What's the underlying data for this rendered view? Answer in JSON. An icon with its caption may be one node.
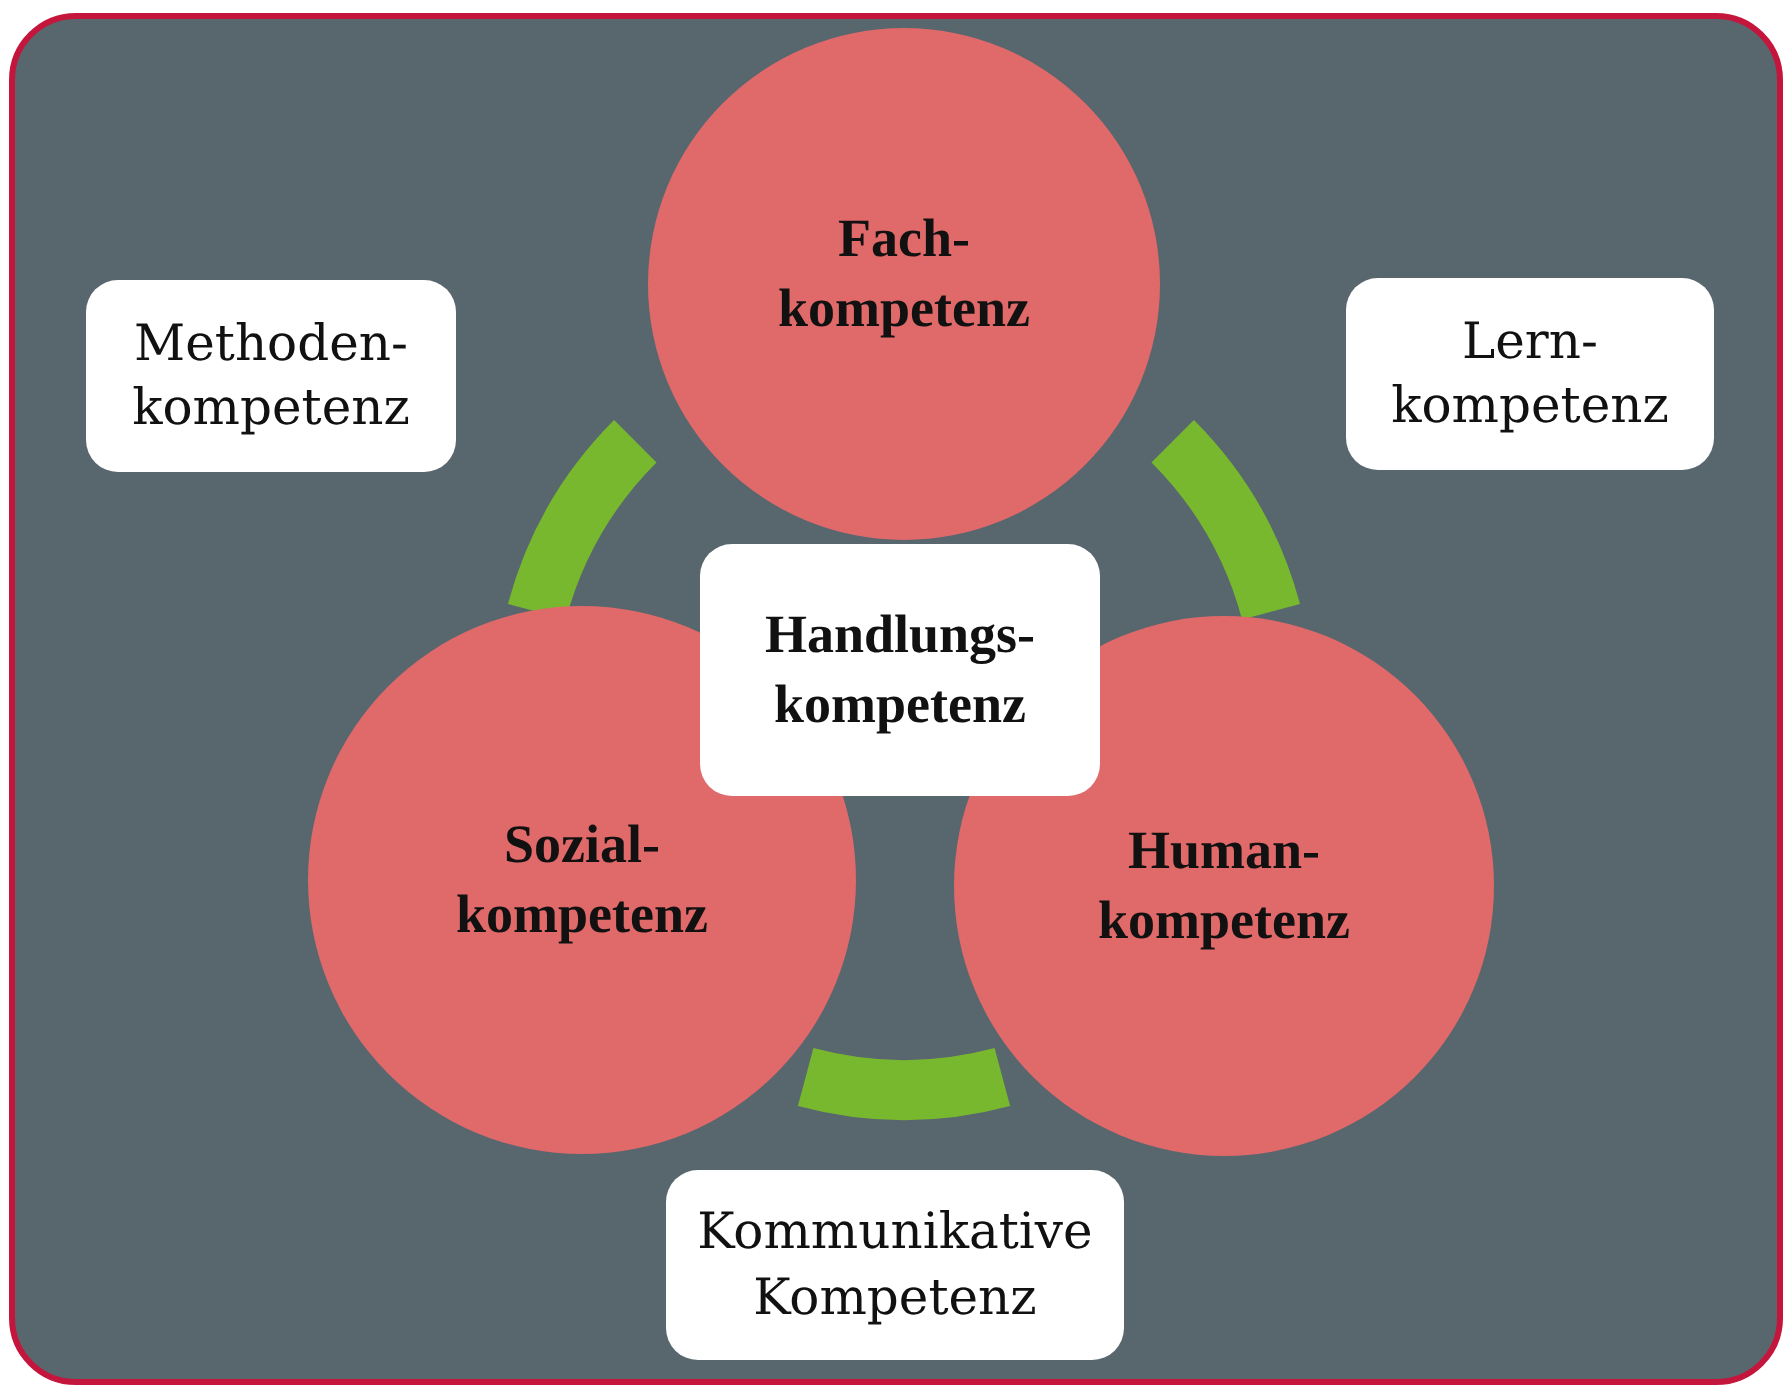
{
  "diagram": {
    "nodes": [
      {
        "text": [
          "Fach- kompetenz"
        ]
      },
      {
        "text": [
          "Methoden- kompetenz"
        ]
      },
      {
        "text": [
          "Lern- kompetenz"
        ]
      },
      {
        "text": [
          "Sozial- kompetenz"
        ]
      },
      {
        "text": [
          "Human- kompetenz"
        ]
      },
      {
        "text": [
          "Handlungs- kompetenz"
        ]
      },
      {
        "text": [
          "Kommunikative Kompetenz"
        ]
      }
    ]
  }
}
